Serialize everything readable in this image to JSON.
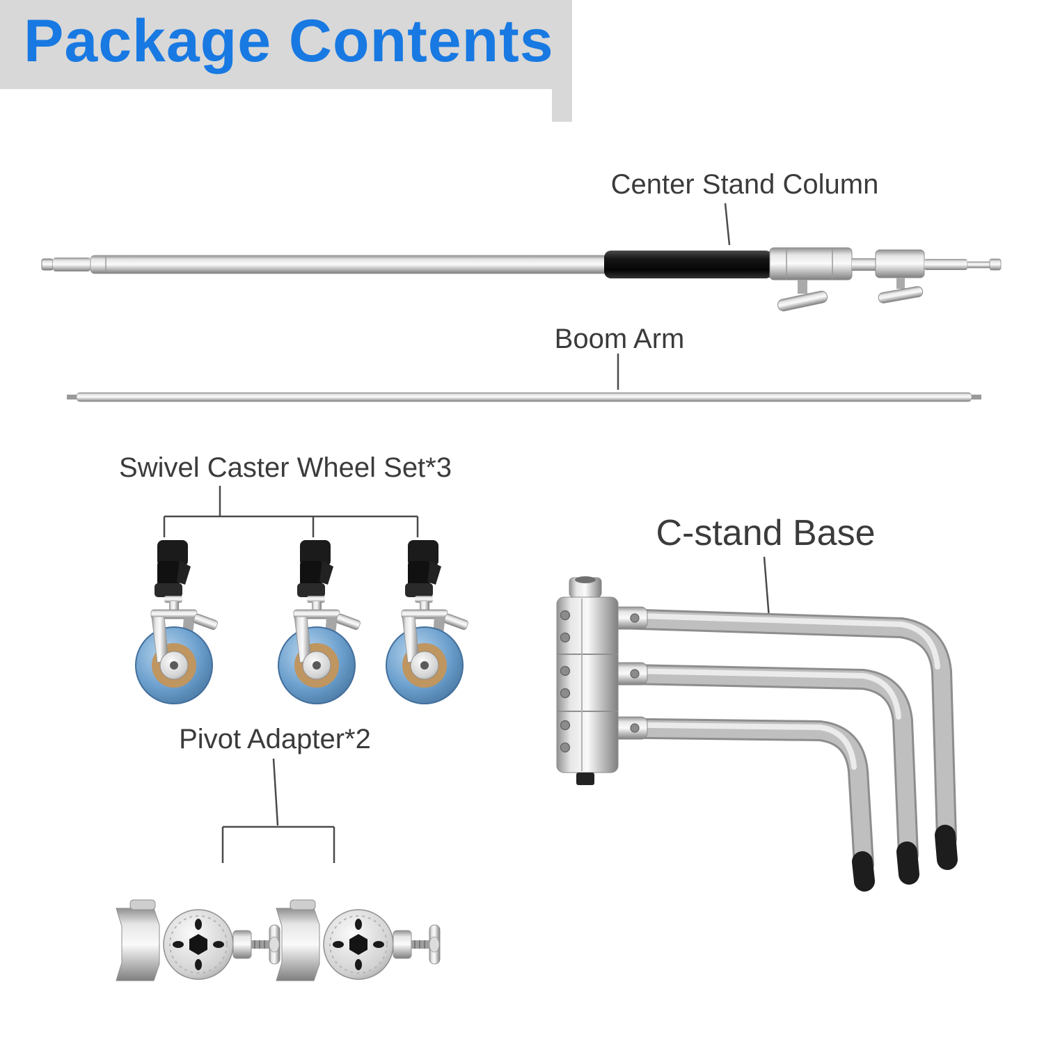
{
  "title": "Package Contents",
  "labels": {
    "center_column": "Center Stand Column",
    "boom_arm": "Boom Arm",
    "caster_set": "Swivel Caster Wheel Set*3",
    "pivot_adapter": "Pivot Adapter*2",
    "cstand_base": "C-stand Base"
  },
  "quantities": {
    "caster_wheels": 3,
    "pivot_adapters": 2
  },
  "colors": {
    "title_blue": "#1879e2",
    "banner_gray": "#d8d8d8",
    "label_text": "#3b3b3b",
    "wheel_blue": "#6b9fcd",
    "metal_silver": "#c2c2c2",
    "black_part": "#1c1c1c"
  }
}
